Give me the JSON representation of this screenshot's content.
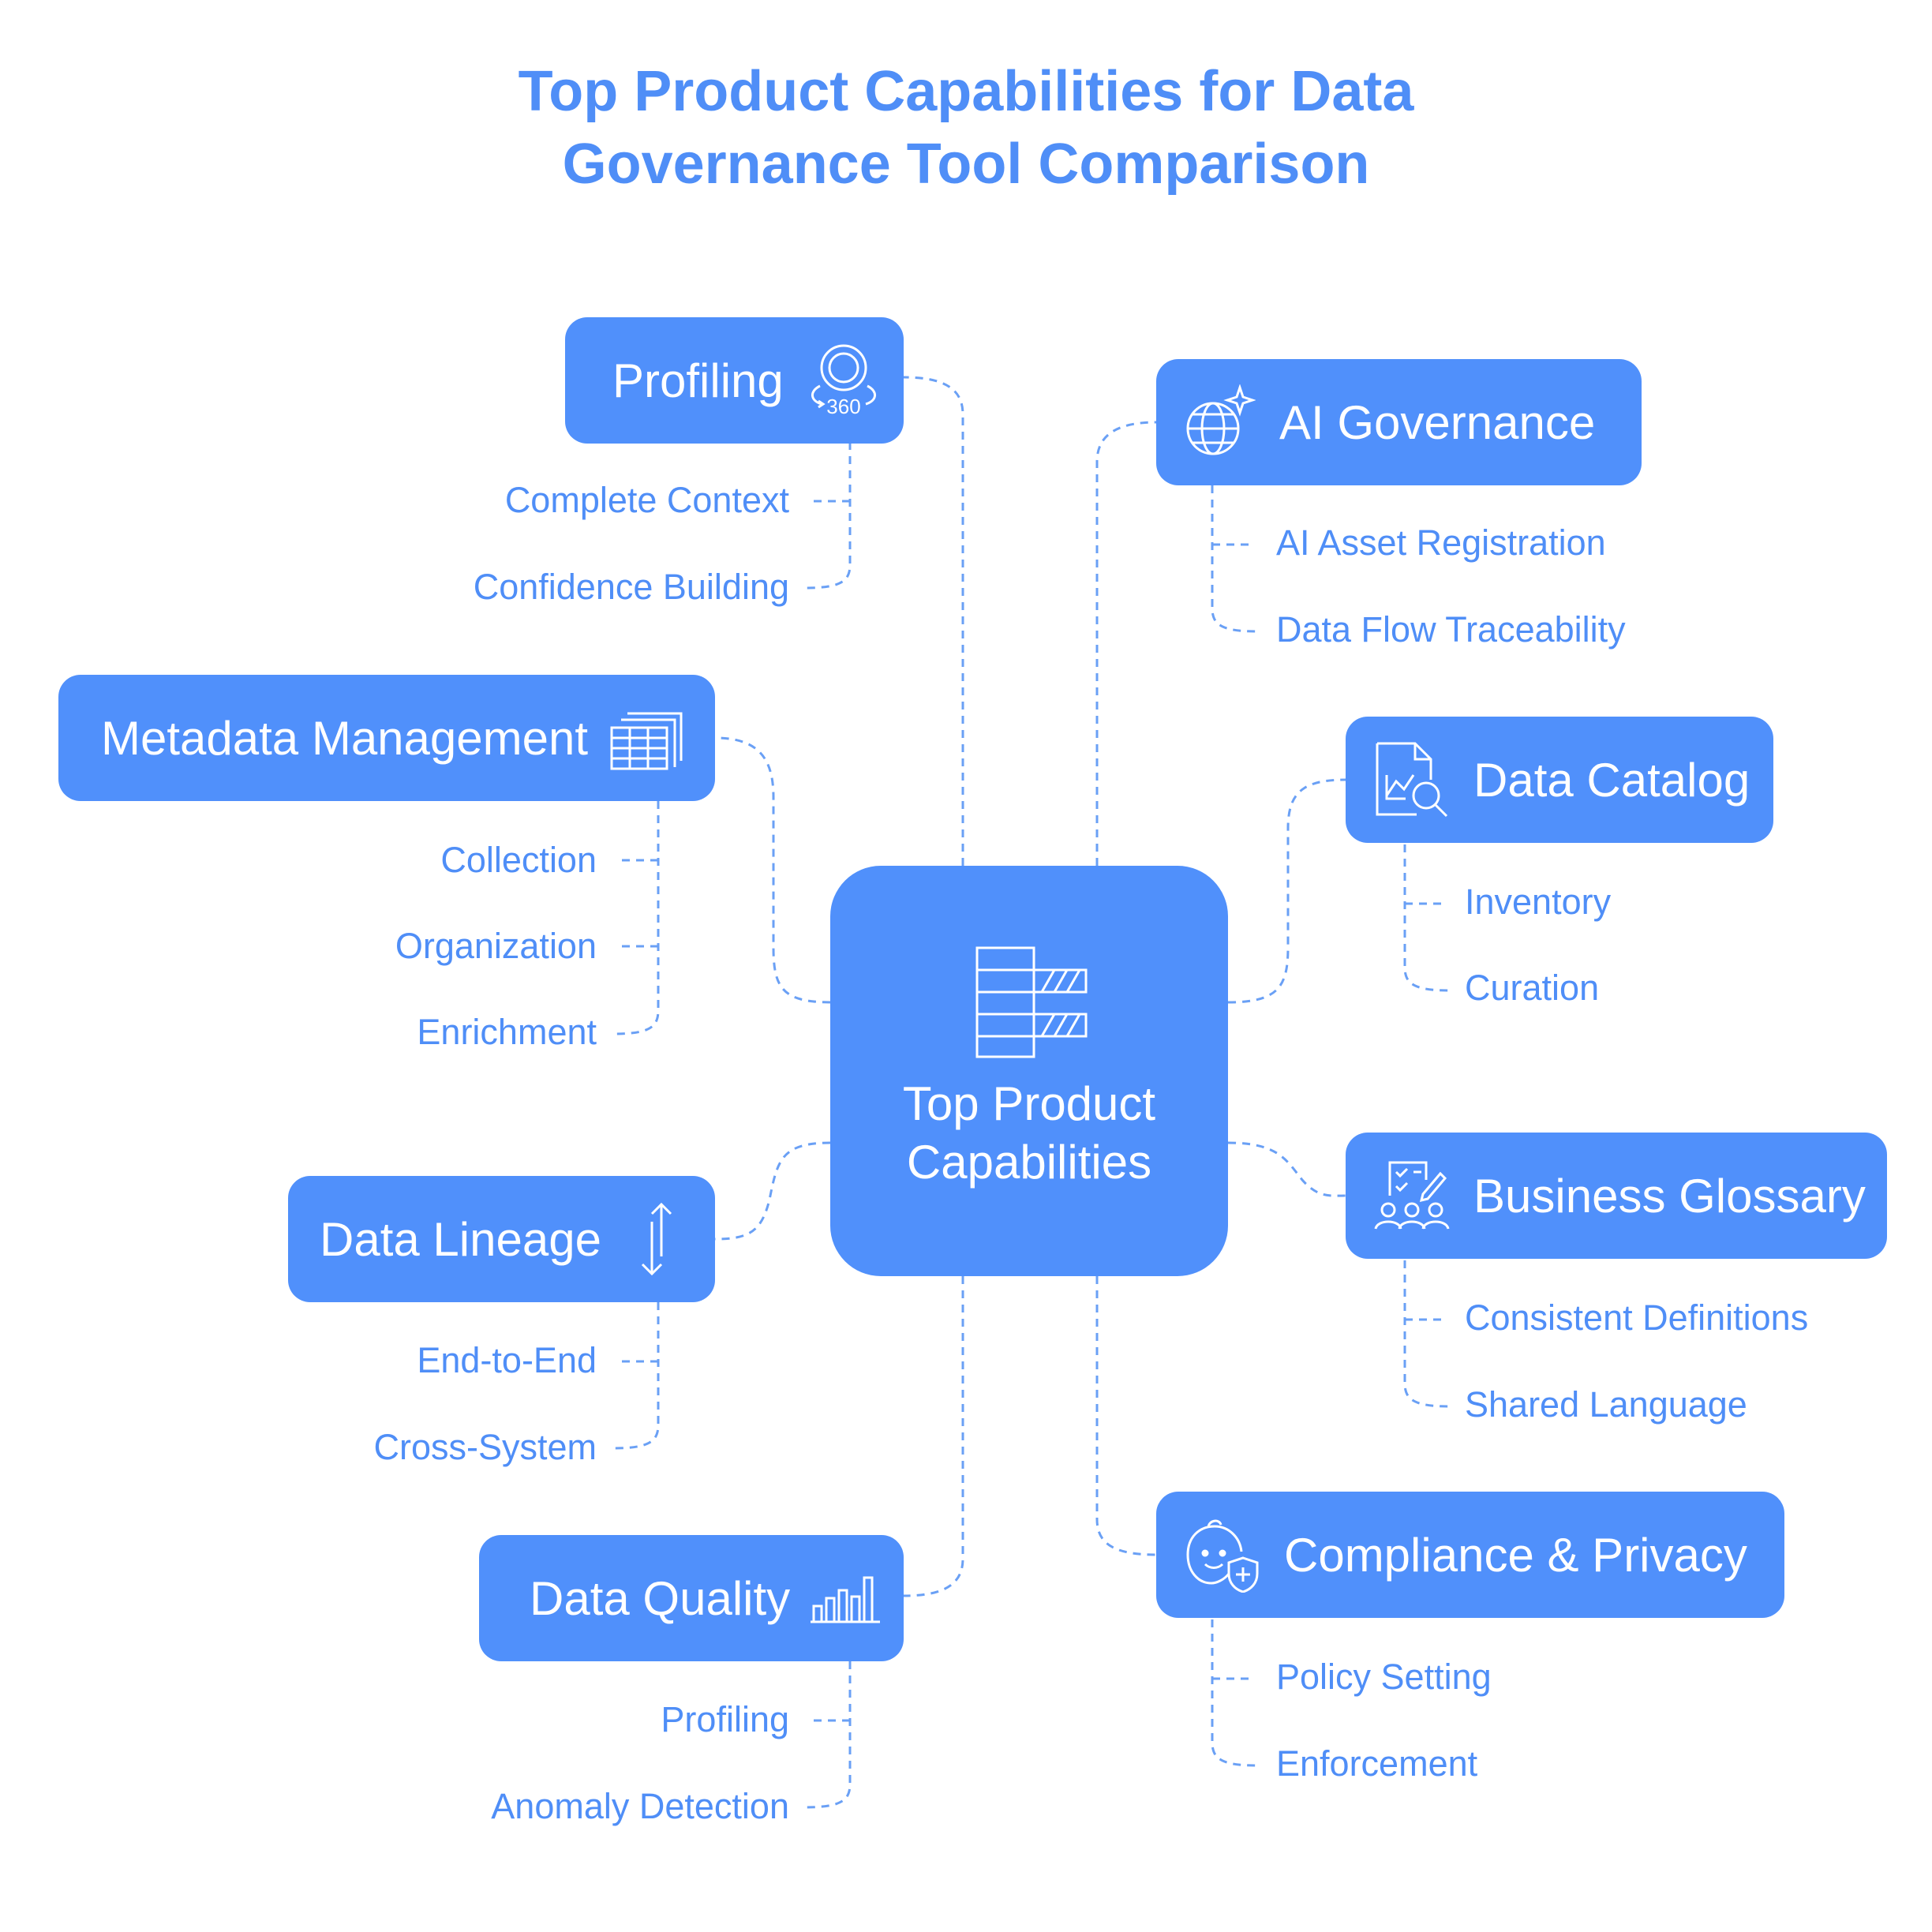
{
  "title": {
    "line1": "Top Product Capabilities for Data",
    "line2": "Governance Tool Comparison"
  },
  "colors": {
    "accent": "#5090fb",
    "text_accent": "#4f8ef7",
    "connector": "#6aa0f5"
  },
  "center": {
    "line1": "Top Product",
    "line2": "Capabilities",
    "icon": "stacked-bars-icon"
  },
  "nodes": [
    {
      "id": "profiling",
      "label": "Profiling",
      "icon": "360-view-icon",
      "items": [
        "Complete Context",
        "Confidence Building"
      ]
    },
    {
      "id": "metadata",
      "label": "Metadata Management",
      "icon": "table-stack-icon",
      "items": [
        "Collection",
        "Organization",
        "Enrichment"
      ]
    },
    {
      "id": "lineage",
      "label": "Data Lineage",
      "icon": "up-down-arrows-icon",
      "items": [
        "End-to-End",
        "Cross-System"
      ]
    },
    {
      "id": "quality",
      "label": "Data Quality",
      "icon": "bar-chart-icon",
      "items": [
        "Profiling",
        "Anomaly Detection"
      ]
    },
    {
      "id": "ai",
      "label": "AI Governance",
      "icon": "globe-sparkle-icon",
      "items": [
        "AI Asset Registration",
        "Data Flow Traceability"
      ]
    },
    {
      "id": "catalog",
      "label": "Data Catalog",
      "icon": "document-search-icon",
      "items": [
        "Inventory",
        "Curation"
      ]
    },
    {
      "id": "glossary",
      "label": "Business Glossary",
      "icon": "checklist-people-icon",
      "items": [
        "Consistent Definitions",
        "Shared Language"
      ]
    },
    {
      "id": "compliance",
      "label": "Compliance & Privacy",
      "icon": "person-shield-icon",
      "items": [
        "Policy Setting",
        "Enforcement"
      ]
    }
  ]
}
